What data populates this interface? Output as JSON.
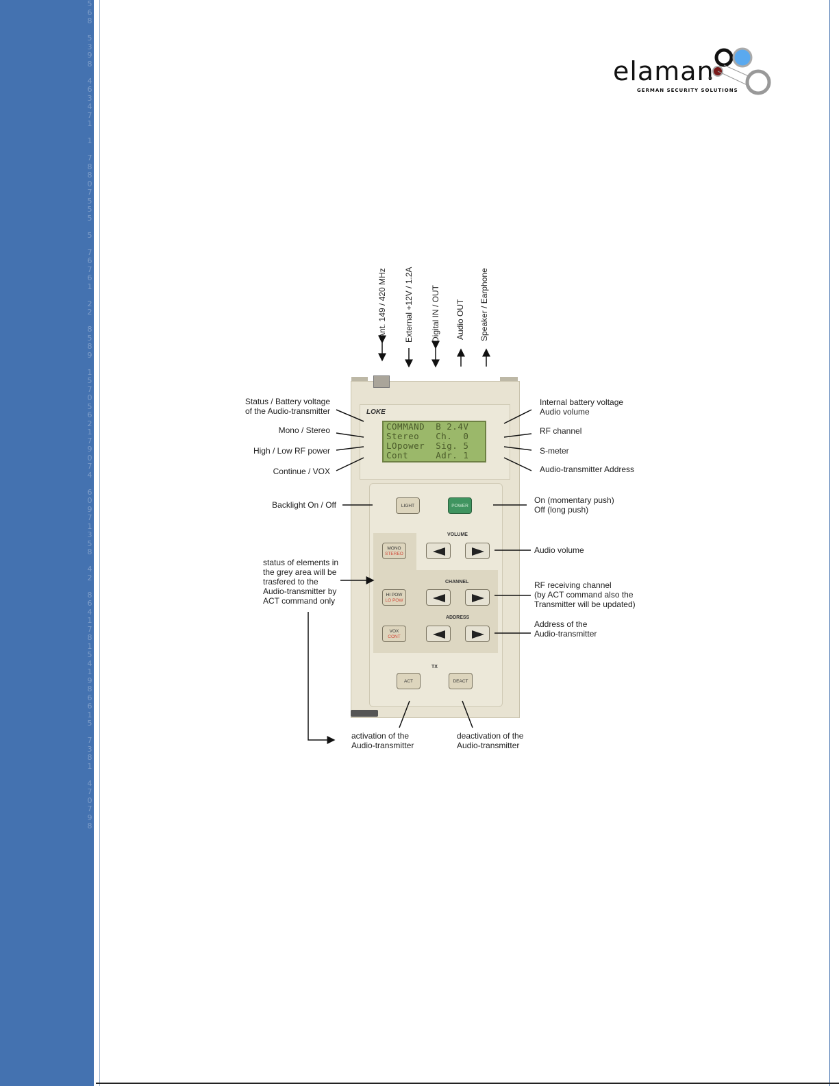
{
  "sidebar_digits": [
    "5",
    "6",
    "8",
    "",
    "5",
    "3",
    "9",
    "8",
    "",
    "4",
    "6",
    "3",
    "4",
    "7",
    "1",
    "",
    "1",
    "",
    "7",
    "8",
    "8",
    "0",
    "7",
    "5",
    "5",
    "5",
    "",
    "5",
    "",
    "7",
    "6",
    "7",
    "6",
    "1",
    "",
    "2",
    "2",
    "",
    "8",
    "5",
    "8",
    "9",
    "",
    "1",
    "5",
    "7",
    "0",
    "5",
    "6",
    "2",
    "1",
    "7",
    "9",
    "0",
    "7",
    "4",
    "",
    "6",
    "0",
    "9",
    "7",
    "1",
    "3",
    "5",
    "8",
    "",
    "4",
    "2",
    "",
    "8",
    "6",
    "4",
    "1",
    "7",
    "8",
    "1",
    "5",
    "4",
    "1",
    "9",
    "8",
    "6",
    "6",
    "1",
    "5",
    "",
    "7",
    "3",
    "8",
    "1",
    "",
    "4",
    "7",
    "0",
    "7",
    "9",
    "8"
  ],
  "logo": {
    "name": "elaman",
    "tagline": "GERMAN SECURITY SOLUTIONS"
  },
  "connectors": [
    "Ant. 149 / 420 MHz",
    "External +12V / 1.2A",
    "Digital IN / OUT",
    "Audio OUT",
    "Speaker / Earphone"
  ],
  "device": {
    "brand": "LOKE",
    "lcd_lines": [
      "COMMAND  B 2.4V",
      "Stereo   Ch.  0",
      "LOpower  Sig. 5",
      "Cont     Adr. 1"
    ],
    "buttons": {
      "light": "LIGHT",
      "power": "POWER",
      "mono": "MONO",
      "stereo": "STEREO",
      "hipow": "HI POW",
      "lopow": "LO POW",
      "vox": "VOX",
      "cont": "CONT",
      "act": "ACT",
      "deact": "DEACT"
    },
    "sections": {
      "volume": "VOLUME",
      "channel": "CHANNEL",
      "address": "ADDRESS",
      "tx": "TX"
    }
  },
  "labels_left": {
    "status_battery": "Status / Battery voltage\nof the Audio-transmitter",
    "mono_stereo": "Mono / Stereo",
    "rf_power": "High / Low RF power",
    "continue_vox": "Continue / VOX",
    "backlight": "Backlight On / Off",
    "grey_area": "status of elements in\nthe grey area will be\ntrasfered to the\nAudio-transmitter by\nACT command only"
  },
  "labels_right": {
    "internal_battery": "Internal battery voltage\nAudio volume",
    "rf_channel": "RF channel",
    "s_meter": "S-meter",
    "address": "Audio-transmitter Address",
    "on_off": "On (momentary push)\nOff (long push)",
    "audio_volume": "Audio volume",
    "rf_receiving": "RF receiving channel\n(by ACT command also the\nTransmitter will be updated)",
    "address_of": "Address of the\nAudio-transmitter"
  },
  "labels_bottom": {
    "activation": "activation of the\nAudio-transmitter",
    "deactivation": "deactivation of the\nAudio-transmitter"
  },
  "colors": {
    "sidebar": "#4472b0",
    "lcd": "#9bb86a",
    "power_button": "#3f9460",
    "device": "#e8e3d2"
  }
}
